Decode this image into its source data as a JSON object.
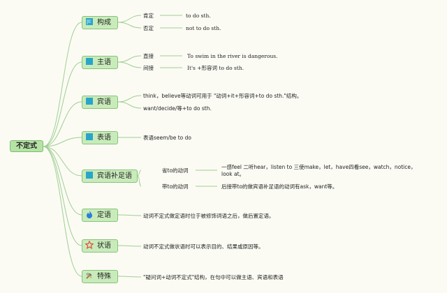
{
  "root": "不定式",
  "branches": [
    {
      "label": "构成",
      "icon": "flag-icon",
      "children": [
        {
          "label": "肯定",
          "value": "to do sth."
        },
        {
          "label": "否定",
          "value": "not to do sth."
        }
      ]
    },
    {
      "label": "主语",
      "icon": "flag-icon",
      "children": [
        {
          "label": "直接",
          "value": "To swim in the river is dangerous."
        },
        {
          "label": "间接",
          "value": "It's +形容词 to do sth."
        }
      ]
    },
    {
      "label": "宾语",
      "icon": "flag-icon",
      "notes": [
        "think，believe等动词可用于 \"动词+it+形容词+to do sth.\"结构。",
        "want/decide/等+to do sth."
      ]
    },
    {
      "label": "表语",
      "icon": "flag-icon",
      "notes": [
        "表语seem/be to do"
      ]
    },
    {
      "label": "宾语补足语",
      "icon": "flag-icon",
      "children": [
        {
          "label": "省to的动词",
          "value": "一感feel 二听hear，listen to 三使make，let，have四看see，watch，notice，look at。"
        },
        {
          "label": "带to的动词",
          "value": "后接带to的做宾语补足语的动词有ask，want等。"
        }
      ]
    },
    {
      "label": "定语",
      "icon": "flame-icon",
      "notes": [
        "动词不定式做定语时位于被修饰词语之后，做后置定语。"
      ]
    },
    {
      "label": "状语",
      "icon": "star-icon",
      "notes": [
        "动词不定式做状语时可以表示目的、结果或原因等。"
      ]
    },
    {
      "label": "特殊",
      "icon": "tools-icon",
      "notes": [
        "\"疑问词+动词不定式\"结构，在句中可以做主语、宾语和表语"
      ]
    }
  ],
  "colors": {
    "line": "#9fcf92",
    "topic_bg": "#c9ebbb",
    "flag": "#2aa5c9",
    "flame": "#2a7fd4",
    "star": "#e0453a"
  }
}
